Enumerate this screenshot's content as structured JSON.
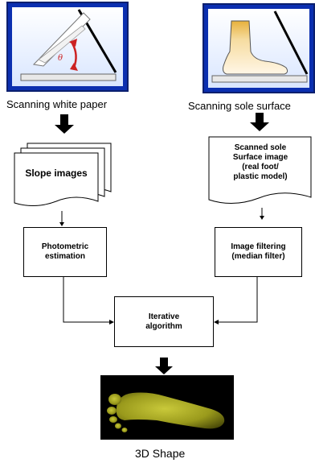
{
  "left_panel": {
    "caption": "Scanning white paper",
    "theta_symbol": "θ"
  },
  "right_panel": {
    "caption": "Scanning sole surface"
  },
  "nodes": {
    "slope_images": "Slope images",
    "scanned_sole_lines": [
      "Scanned sole",
      "Surface image",
      "(real foot/",
      "plastic model)"
    ],
    "photometric_lines": [
      "Photometric",
      "estimation"
    ],
    "image_filtering_lines": [
      "Image filtering",
      "(median filter)"
    ],
    "iterative_lines": [
      "Iterative",
      "algorithm"
    ]
  },
  "result": {
    "caption": "3D Shape"
  },
  "colors": {
    "panel_blue": "#0b2fb0",
    "foot_result_bg": "#000000",
    "foot_result_fill": "#9a9a1c",
    "theta_red": "#cc2222"
  }
}
